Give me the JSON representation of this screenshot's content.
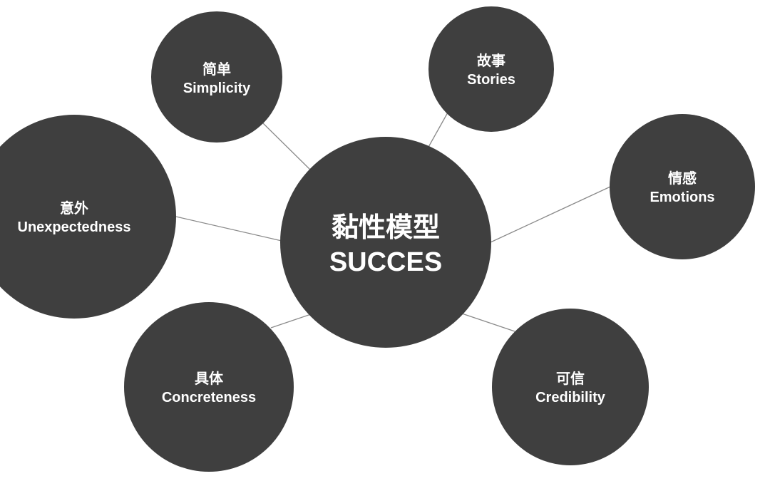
{
  "diagram": {
    "center": {
      "cn": "黏性模型",
      "en": "SUCCES"
    },
    "nodes": [
      {
        "id": "simplicity",
        "cn": "简单",
        "en": "Simplicity"
      },
      {
        "id": "stories",
        "cn": "故事",
        "en": "Stories"
      },
      {
        "id": "unexpectedness",
        "cn": "意外",
        "en": "Unexpectedness"
      },
      {
        "id": "emotions",
        "cn": "情感",
        "en": "Emotions"
      },
      {
        "id": "concreteness",
        "cn": "具体",
        "en": "Concreteness"
      },
      {
        "id": "credibility",
        "cn": "可信",
        "en": "Credibility"
      }
    ],
    "colors": {
      "node_fill": "#3f3f3f",
      "text": "#ffffff",
      "connector": "#8a8a8a",
      "background": "#ffffff"
    }
  }
}
